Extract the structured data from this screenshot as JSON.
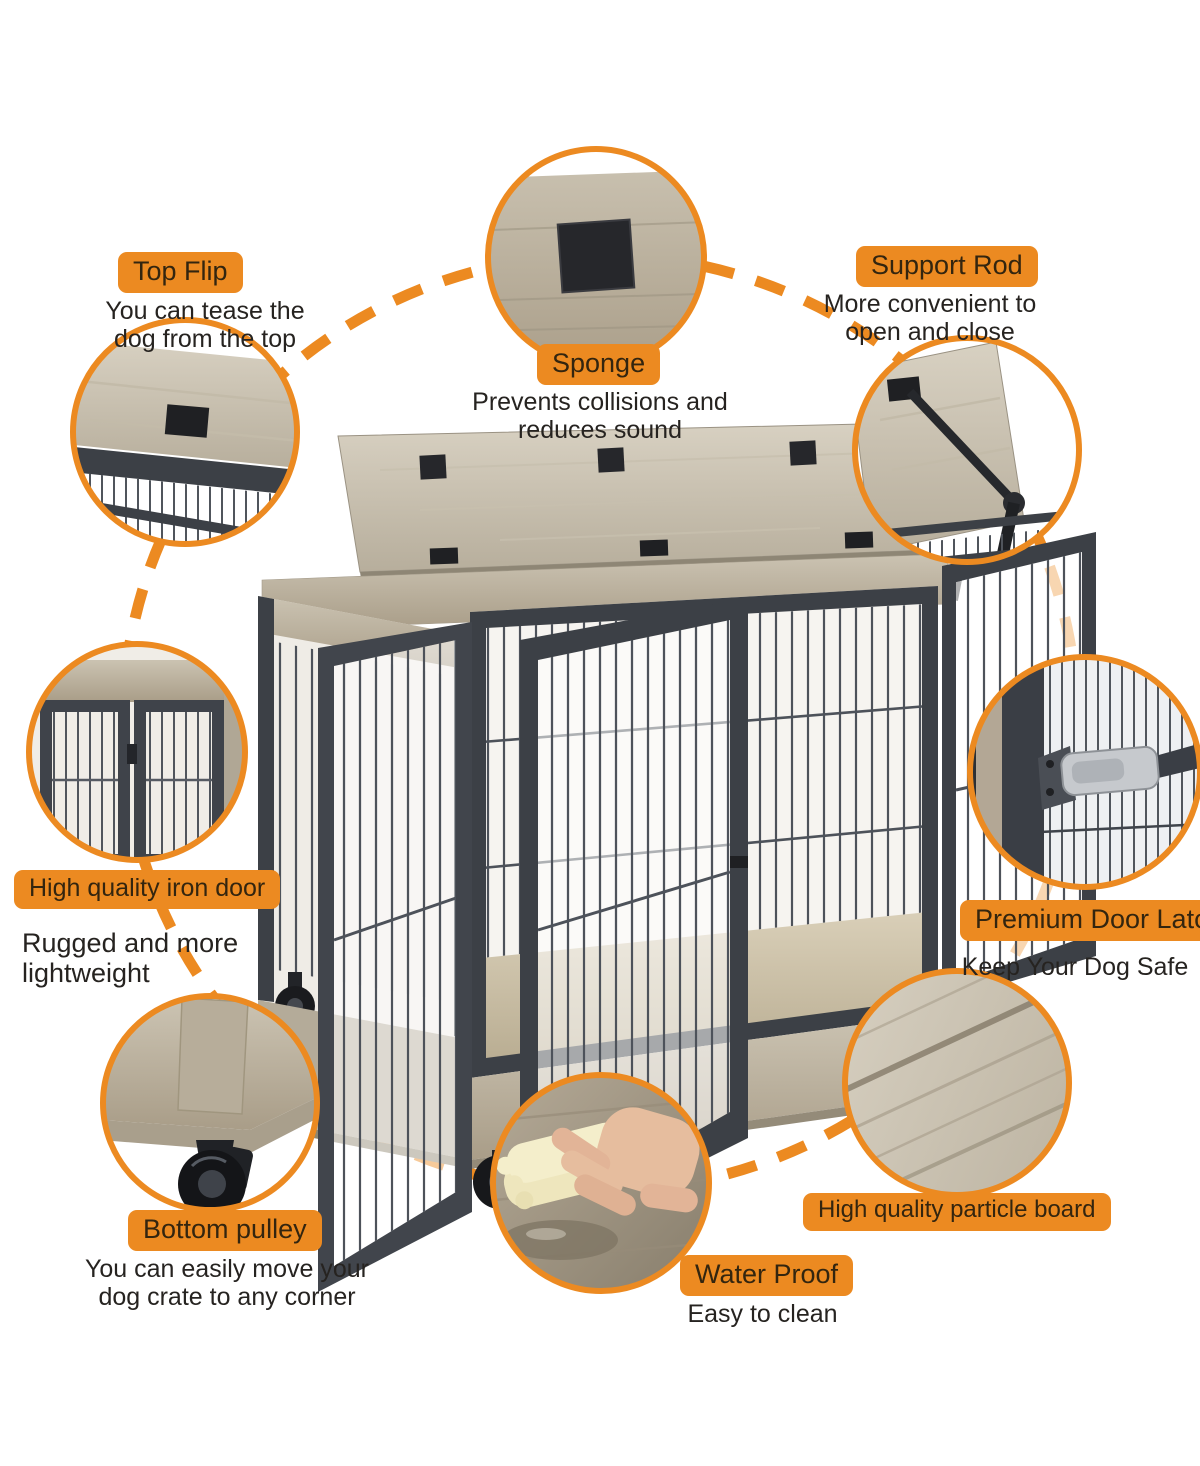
{
  "accent": {
    "orange": "#EC8A21",
    "badge_text_color": "#33250f",
    "body_text_color": "#262320"
  },
  "features": [
    {
      "id": "top-flip",
      "label": "Top Flip",
      "desc_lines": [
        "You can tease the",
        "dog from the top"
      ]
    },
    {
      "id": "sponge",
      "label": "Sponge",
      "desc_lines": [
        "Prevents collisions and",
        "reduces sound"
      ]
    },
    {
      "id": "support-rod",
      "label": "Support Rod",
      "desc_lines": [
        "More convenient to",
        "open and close"
      ]
    },
    {
      "id": "iron-door",
      "label": "High quality iron door",
      "desc_lines": [
        "Rugged and more",
        "lightweight"
      ]
    },
    {
      "id": "door-latch",
      "label": "Premium Door Latch",
      "desc_lines": [
        "Keep Your Dog Safe"
      ]
    },
    {
      "id": "bottom-pulley",
      "label": "Bottom pulley",
      "desc_lines": [
        "You can easily move your",
        "dog crate to any corner"
      ]
    },
    {
      "id": "water-proof",
      "label": "Water Proof",
      "desc_lines": [
        "Easy to clean"
      ]
    },
    {
      "id": "particle-board",
      "label": "High quality particle board",
      "desc_lines": []
    }
  ]
}
